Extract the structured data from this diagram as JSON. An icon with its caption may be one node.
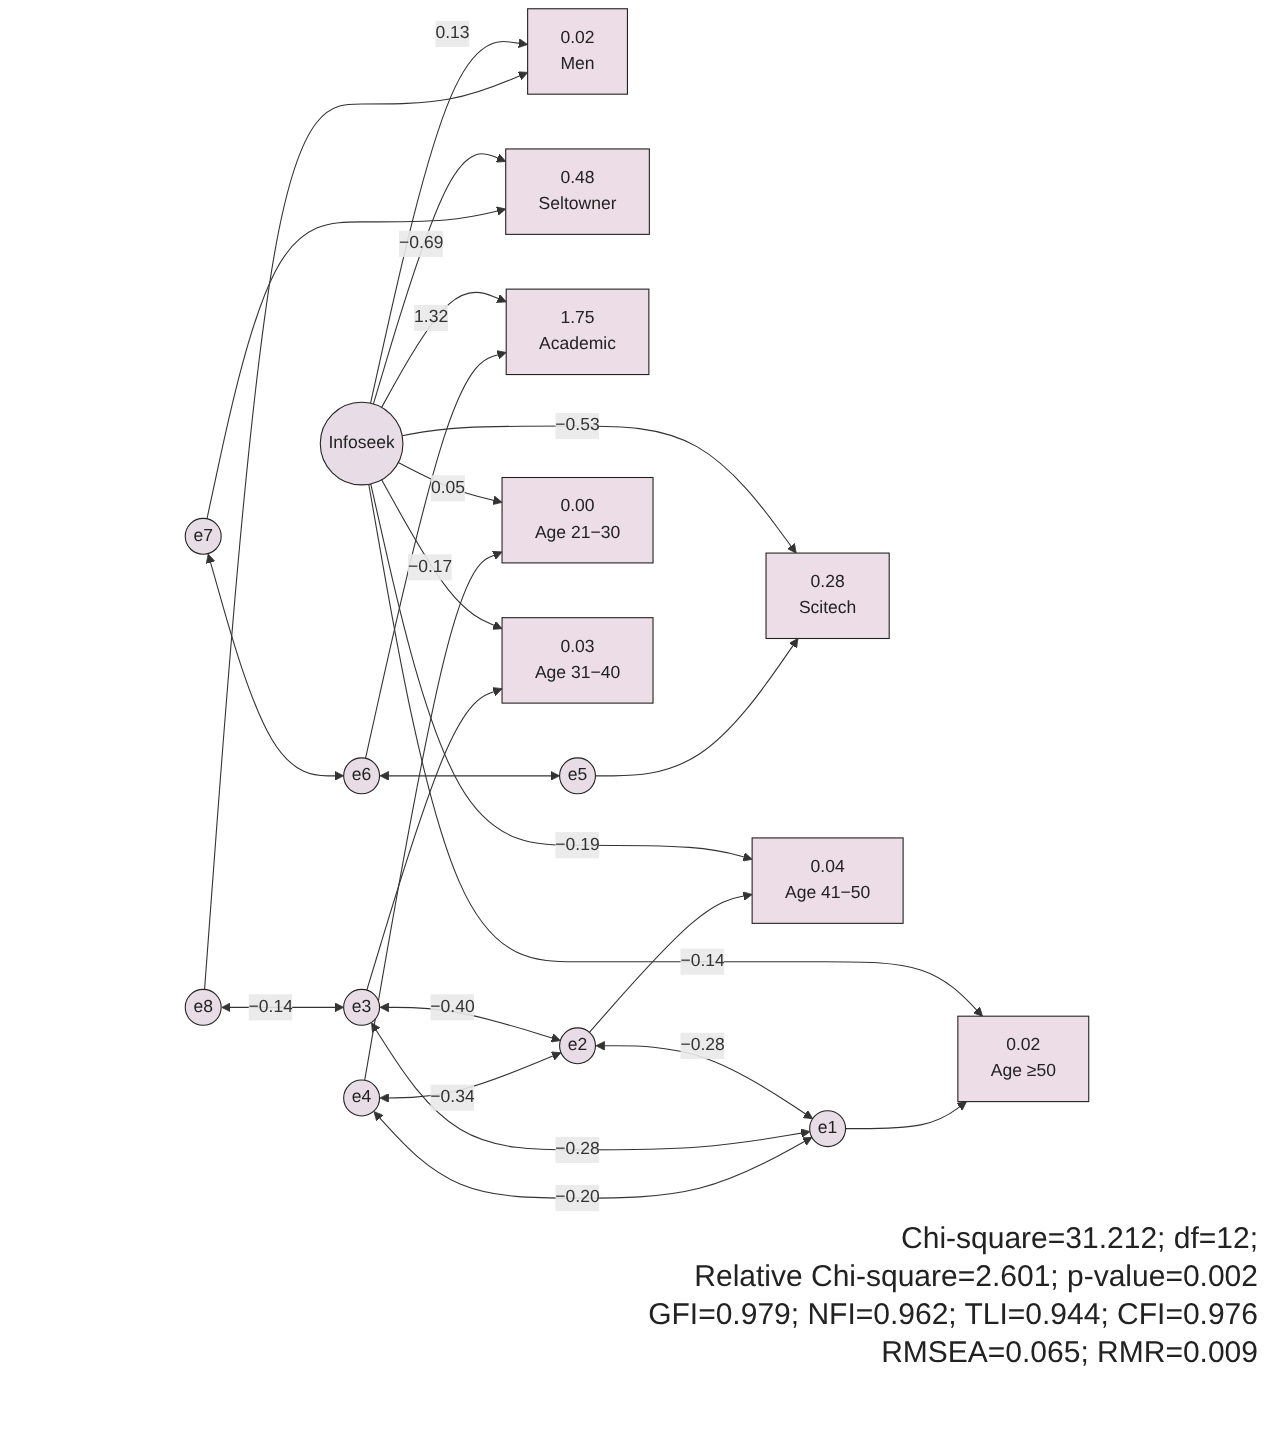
{
  "diagram": {
    "nodes": [
      {
        "text": [
          "e8"
        ]
      },
      {
        "text": [
          "0.02",
          "Men"
        ]
      },
      {
        "text": [
          "e7"
        ]
      },
      {
        "text": [
          "0.48",
          "Seltowner"
        ]
      },
      {
        "text": [
          "e6"
        ]
      },
      {
        "text": [
          "1.75",
          "Academic"
        ]
      },
      {
        "text": [
          "e5"
        ]
      },
      {
        "text": [
          "0.28",
          "Scitech"
        ]
      },
      {
        "text": [
          "e4"
        ]
      },
      {
        "text": [
          "0.00",
          "Age 21−30"
        ]
      },
      {
        "text": [
          "e3"
        ]
      },
      {
        "text": [
          "0.03",
          "Age 31−40"
        ]
      },
      {
        "text": [
          "e2"
        ]
      },
      {
        "text": [
          "0.04",
          "Age 41−50"
        ]
      },
      {
        "text": [
          "e1"
        ]
      },
      {
        "text": [
          "0.02",
          "Age ≥50"
        ]
      },
      {
        "text": [
          "Infoseek"
        ]
      }
    ],
    "edges": [
      {
        "from": 0,
        "to": 1,
        "arrow": "to"
      },
      {
        "from": 2,
        "to": 3,
        "arrow": "to"
      },
      {
        "from": 4,
        "to": 5,
        "arrow": "to"
      },
      {
        "from": 6,
        "to": 7,
        "arrow": "to"
      },
      {
        "from": 8,
        "to": 9,
        "arrow": "to"
      },
      {
        "from": 10,
        "to": 11,
        "arrow": "to"
      },
      {
        "from": 12,
        "to": 13,
        "arrow": "to"
      },
      {
        "from": 14,
        "to": 15,
        "arrow": "to"
      },
      {
        "from": 16,
        "to": 1,
        "arrow": "to",
        "label": "0.13"
      },
      {
        "from": 16,
        "to": 3,
        "arrow": "to",
        "label": "−0.69"
      },
      {
        "from": 16,
        "to": 5,
        "arrow": "to",
        "label": "1.32"
      },
      {
        "from": 16,
        "to": 7,
        "arrow": "to",
        "label": "−0.53"
      },
      {
        "from": 16,
        "to": 9,
        "arrow": "to",
        "label": "0.05"
      },
      {
        "from": 16,
        "to": 11,
        "arrow": "to",
        "label": "−0.17"
      },
      {
        "from": 16,
        "to": 13,
        "arrow": "to",
        "label": "−0.19"
      },
      {
        "from": 16,
        "to": 15,
        "arrow": "to",
        "label": "−0.14"
      },
      {
        "from": 0,
        "to": 10,
        "arrow": "both",
        "label": "−0.14"
      },
      {
        "from": 2,
        "to": 4,
        "arrow": "both"
      },
      {
        "from": 4,
        "to": 6,
        "arrow": "both"
      },
      {
        "from": 8,
        "to": 12,
        "arrow": "both",
        "label": "−0.34"
      },
      {
        "from": 8,
        "to": 14,
        "arrow": "both",
        "label": "−0.20"
      },
      {
        "from": 10,
        "to": 12,
        "arrow": "both",
        "label": "−0.40"
      },
      {
        "from": 10,
        "to": 14,
        "arrow": "both",
        "label": "−0.28"
      },
      {
        "from": 12,
        "to": 14,
        "arrow": "both",
        "label": "−0.28"
      }
    ],
    "labels": [
      "Chi-square=31.212; df=12;",
      "Relative Chi-square=2.601; p-value=0.002",
      "GFI=0.979; NFI=0.962; TLI=0.944; CFI=0.976",
      "RMSEA=0.065; RMR=0.009"
    ]
  }
}
